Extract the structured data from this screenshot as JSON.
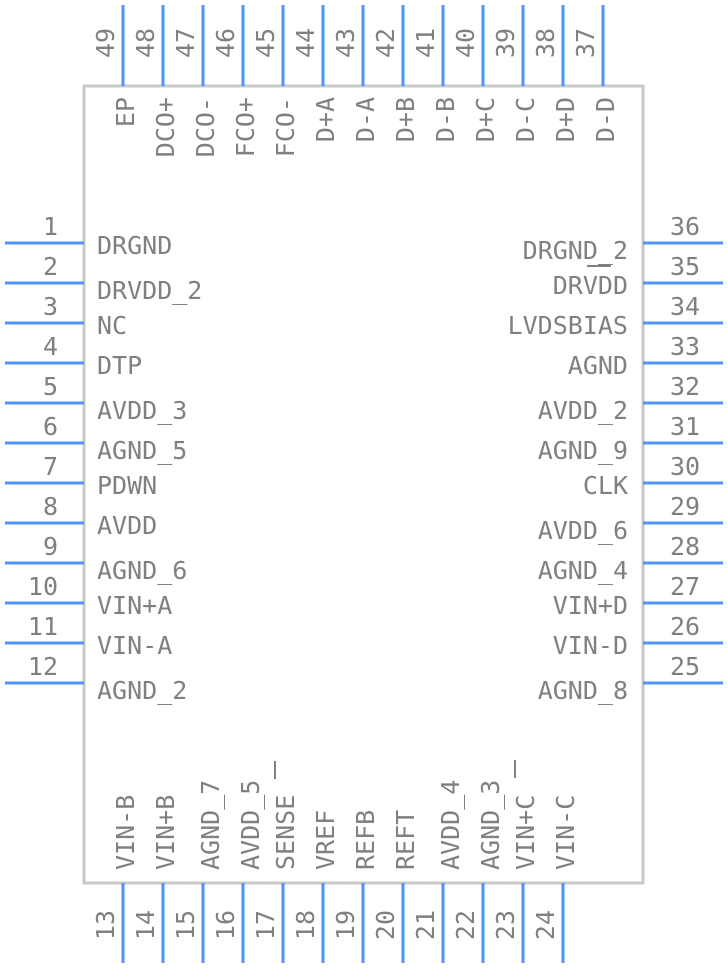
{
  "component": {
    "pins": [
      {
        "num": "1",
        "name": "DRGND"
      },
      {
        "num": "2",
        "name": "DRVDD_2"
      },
      {
        "num": "3",
        "name": "NC"
      },
      {
        "num": "4",
        "name": "DTP"
      },
      {
        "num": "5",
        "name": "AVDD_3"
      },
      {
        "num": "6",
        "name": "AGND_5"
      },
      {
        "num": "7",
        "name": "PDWN"
      },
      {
        "num": "8",
        "name": "AVDD"
      },
      {
        "num": "9",
        "name": ""
      },
      {
        "num": "10",
        "name": "AGND_6"
      },
      {
        "num": "11",
        "name": "VIN+A"
      },
      {
        "num": "12",
        "name": "VIN-A"
      },
      {
        "num": "13",
        "name": "VIN-B"
      },
      {
        "num": "14",
        "name": "VIN+B"
      },
      {
        "num": "15",
        "name": "AGND_7"
      },
      {
        "num": "16",
        "name": "AVDD_5"
      },
      {
        "num": "17",
        "name": "SENSE"
      },
      {
        "num": "18",
        "name": "VREF"
      },
      {
        "num": "19",
        "name": "REFB"
      },
      {
        "num": "20",
        "name": "REFT"
      },
      {
        "num": "21",
        "name": "AVDD_4"
      },
      {
        "num": "22",
        "name": "AGND_3"
      },
      {
        "num": "23",
        "name": "VIN+C"
      },
      {
        "num": "24",
        "name": "VIN-C"
      },
      {
        "num": "25",
        "name": "AGND_8"
      },
      {
        "num": "26",
        "name": "VIN-D"
      },
      {
        "num": "27",
        "name": "VIN+D"
      },
      {
        "num": "28",
        "name": "AGND_4"
      },
      {
        "num": "29",
        "name": "AVDD_6"
      },
      {
        "num": "30",
        "name": "CLK"
      },
      {
        "num": "31",
        "name": "AGND_9"
      },
      {
        "num": "32",
        "name": "AVDD_2"
      },
      {
        "num": "33",
        "name": "AGND"
      },
      {
        "num": "34",
        "name": "LVDSBIAS"
      },
      {
        "num": "35",
        "name": "DRVDD"
      },
      {
        "num": "36",
        "name": "DRGND_2"
      },
      {
        "num": "37",
        "name": "D-D"
      },
      {
        "num": "38",
        "name": "D+D"
      },
      {
        "num": "39",
        "name": "D-C"
      },
      {
        "num": "40",
        "name": "D+C"
      },
      {
        "num": "41",
        "name": "D-B"
      },
      {
        "num": "42",
        "name": "D+B"
      },
      {
        "num": "43",
        "name": "D-A"
      },
      {
        "num": "44",
        "name": "D+A"
      },
      {
        "num": "45",
        "name": "FCO-"
      },
      {
        "num": "46",
        "name": "FCO+"
      },
      {
        "num": "47",
        "name": "DCO-"
      },
      {
        "num": "48",
        "name": "DCO+"
      },
      {
        "num": "49",
        "name": "EP"
      }
    ],
    "extra_labels": [
      {
        "name": "AGND_2"
      }
    ]
  },
  "colors": {
    "pin": "#4d94ff",
    "body_outline": "#c8c8c8",
    "text": "#808080"
  }
}
